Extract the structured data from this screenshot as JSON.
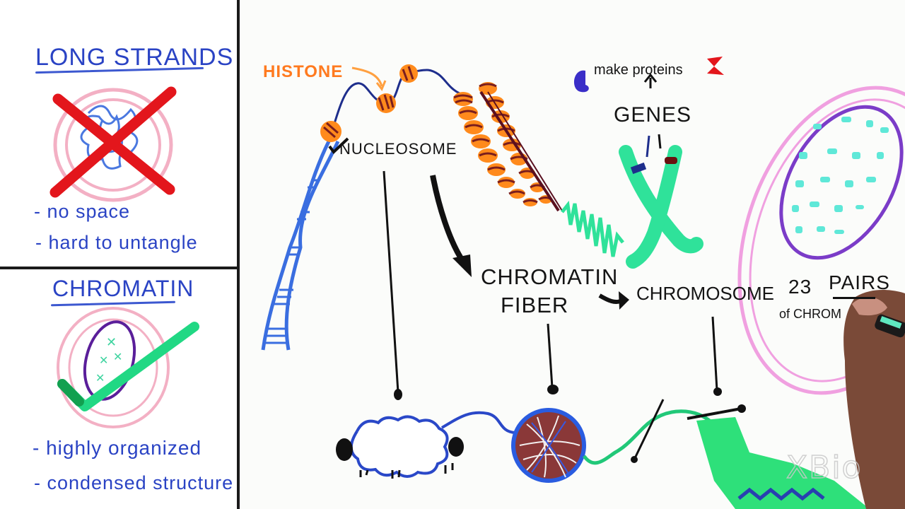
{
  "sidebar": {
    "top_panel": {
      "heading": "LONG STRANDS",
      "bullets": [
        "- no space",
        "- hard to untangle"
      ],
      "icon": "crossed-out-tangled-dna-icon"
    },
    "bottom_panel": {
      "heading": "CHROMATIN",
      "bullets": [
        "- highly organized",
        "- condensed structure"
      ],
      "icon": "checked-cell-nucleus-icon"
    }
  },
  "diagram": {
    "labels": {
      "histone": "HISTONE",
      "nucleosome": "NUCLEOSOME",
      "chromatin_fiber_line1": "CHROMATIN",
      "chromatin_fiber_line2": "FIBER",
      "chromosome": "CHROMOSOME",
      "genes": "GENES",
      "make_proteins": "make proteins",
      "pairs_number": "23",
      "pairs_word": "PAIRS",
      "pairs_sub": "of CHROM"
    },
    "analogy": [
      "sheep-wool",
      "yarn-ball",
      "knitting-needles",
      "knitted-sweater"
    ],
    "colors": {
      "dna_blue": "#3a6ee0",
      "histone_orange": "#ff8a1c",
      "histone_stripe": "#7a1e1e",
      "chromosome_green": "#2fe29a",
      "nucleus_purple": "#7b3cc8",
      "cell_pink": "#f0a0e0",
      "cross_red": "#e3161c",
      "check_green": "#21d884",
      "text_blue": "#2a43c4"
    }
  },
  "watermark": "XBio"
}
